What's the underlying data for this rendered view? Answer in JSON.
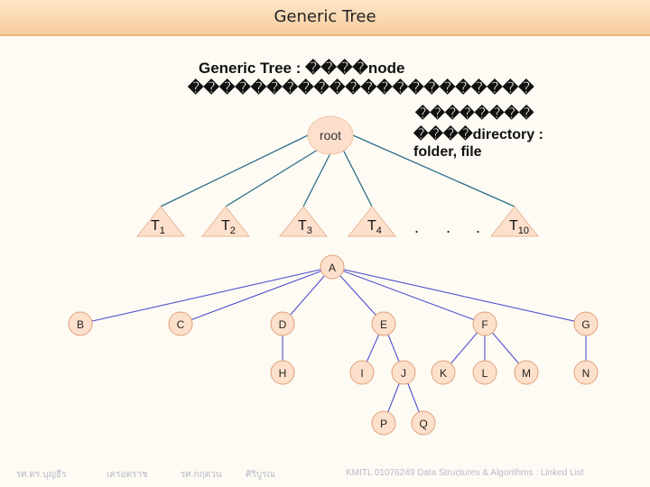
{
  "slide_title": "Generic Tree",
  "heading": {
    "line1": "Generic Tree : ����node",
    "line2": "����������������������"
  },
  "note": {
    "line1": "��������",
    "line2": "����directory :",
    "line3": "folder, file"
  },
  "tree1": {
    "root": "root",
    "subtrees": [
      "T",
      "T",
      "T",
      "T"
    ],
    "subscripts": [
      "1",
      "2",
      "3",
      "4"
    ],
    "dots": [
      ".",
      ".",
      "."
    ],
    "last": {
      "label": "T",
      "subscript": "10"
    }
  },
  "tree2": {
    "root": "A",
    "level1": [
      "B",
      "C",
      "D",
      "E",
      "F",
      "G"
    ],
    "level2": [
      "H",
      "I",
      "J",
      "K",
      "L",
      "M",
      "N"
    ],
    "level3": [
      "P",
      "Q"
    ]
  },
  "footer": {
    "author1": "รศ.ดร.บุญธีร",
    "author1b": "เครอตราช",
    "author2": "รศ.กฤตวน",
    "author2b": "ศิริบูรณ",
    "course": "KMITL   01076249 Data Structures & Algorithms : Linked List"
  },
  "colors": {
    "node_fill": "#fde0cc",
    "node_stroke": "#e0a07a",
    "edge_tree1": "#2e6e8e",
    "edge_tree2": "#5050d0",
    "title_bg": "#f7cd9e"
  }
}
